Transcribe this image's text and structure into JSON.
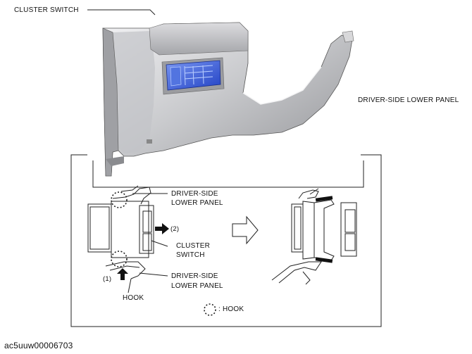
{
  "labels": {
    "cluster_switch_top": "CLUSTER SWITCH",
    "driver_side_lower_panel_right": "DRIVER-SIDE LOWER PANEL",
    "driver_side_top_line1": "DRIVER-SIDE",
    "driver_side_top_line2": "LOWER PANEL",
    "step2": "(2)",
    "cluster_switch_mid_line1": "CLUSTER",
    "cluster_switch_mid_line2": "SWITCH",
    "step1": "(1)",
    "driver_side_bottom_line1": "DRIVER-SIDE",
    "driver_side_bottom_line2": "LOWER PANEL",
    "hook": "HOOK",
    "hook_legend": ": HOOK"
  },
  "figure_id": "ac5uuw00006703",
  "colors": {
    "panel_light": "#e6e6e8",
    "panel_mid": "#b9babd",
    "panel_dark": "#8e8f93",
    "switch_blue": "#2f55d8",
    "switch_blue_light": "#6f8ef0",
    "line": "#222222"
  }
}
